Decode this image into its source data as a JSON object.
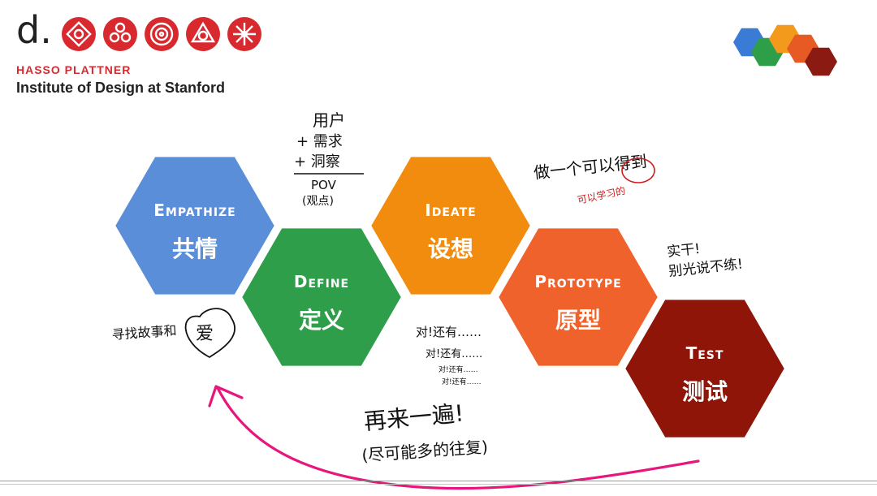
{
  "logo": {
    "mark": "d.",
    "line1": "HASSO PLATTNER",
    "line2": "Institute of Design at Stanford"
  },
  "stages": [
    {
      "en": "Empathize",
      "zh": "共情",
      "color": "#5b8ed9"
    },
    {
      "en": "Define",
      "zh": "定义",
      "color": "#2f9e4b"
    },
    {
      "en": "Ideate",
      "zh": "设想",
      "color": "#f28c0f"
    },
    {
      "en": "Prototype",
      "zh": "原型",
      "color": "#f0622c"
    },
    {
      "en": "Test",
      "zh": "测试",
      "color": "#8e1508"
    }
  ],
  "notes": {
    "pov": [
      "用户",
      "+ 需求",
      "+ 洞察",
      "POV",
      "(观点)"
    ],
    "ideate_note": "做一个可以得到",
    "ideate_sub": "可以学习的",
    "test_note": [
      "实干!",
      "别光说不练!"
    ],
    "empathize_note": "寻找故事和",
    "heart_word": "爱",
    "more_notes": [
      "对!还有……",
      "对!还有……",
      "对!还有……",
      "对!还有……"
    ],
    "again": "再来一遍!",
    "again_sub": "(尽可能多的往复)"
  },
  "colors": {
    "logo_red": "#d8292f",
    "arrow": "#e6167c",
    "mini": [
      "#3a7bd5",
      "#2e9e48",
      "#f39a1c",
      "#e85a24",
      "#8b1a12"
    ]
  }
}
